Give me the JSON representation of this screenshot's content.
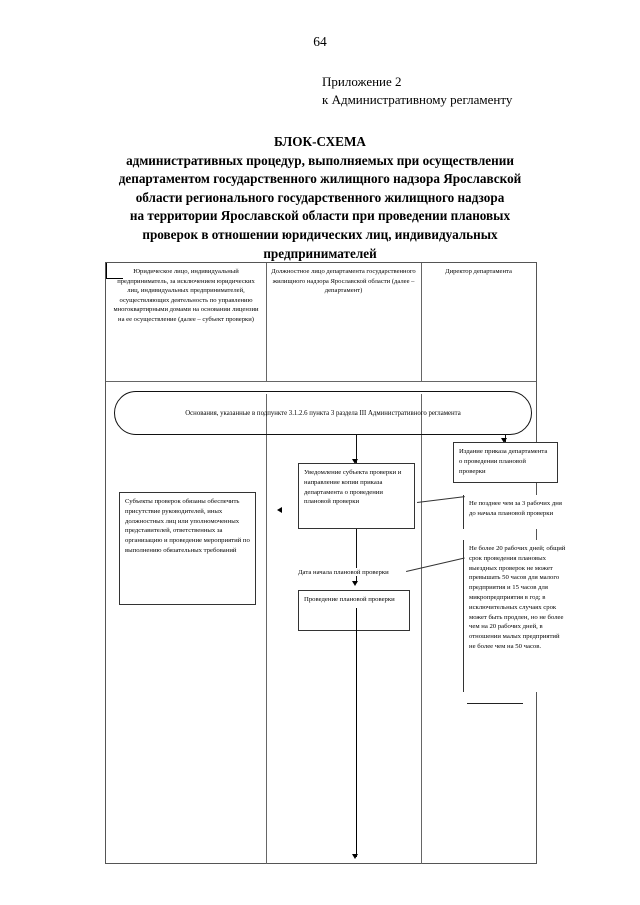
{
  "page": {
    "number": "64",
    "appendix_lines": [
      "Приложение 2",
      "к Административному регламенту"
    ],
    "title": [
      "БЛОК-СХЕМА",
      "административных процедур, выполняемых при осуществлении",
      "департаментом государственного жилищного надзора Ярославской",
      "области регионального государственного жилищного надзора",
      "на территории Ярославской области при проведении плановых",
      "проверок в отношении юридических лиц, индивидуальных",
      "предпринимателей"
    ]
  },
  "table": {
    "headers": [
      "Юридическое лицо, индивидуальный предприниматель, за исключением юридических лиц, индивидуальных предпринимателей, осуществляющих деятельность по управлению многоквартирными домами на основании лицензии на ее осуществление (далее – субъект проверки)",
      "Должностное лицо департамента государственного жилищного надзора Ярославской области (далее – департамент)",
      "Директор департамента"
    ],
    "grounds": "Основания, указанные в подпункте 3.1.2.6 пункта 3 раздела III Административного регламента",
    "nodes": {
      "subject_duty": "Субъекты проверок обязаны обеспечить присутствие руководителей, иных должностных лиц или уполномоченных представителей, ответственных за организацию и проведение мероприятий по выполнению обязательных требований",
      "notification": "Уведомление субъекта проверки и направление копии приказа департамента о проведении плановой проверки",
      "start_date_label": "Дата начала плановой проверки",
      "inspection": "Проведение плановой проверки",
      "order_issue": "Издание приказа департамента о проведении плановой проверки",
      "term_3days": "Не позднее чем за 3 рабочих дня до начала плановой проверки",
      "term_20days": "Не более 20 рабочих дней; общий срок проведения плановых выездных проверок не может превышать 50 часов для малого предприятия и 15 часов для микропредприятия в год; в исключительных случаях срок может быть продлен, но не более чем на 20 рабочих дней, в отношении малых предприятий не более чем на 50 часов."
    }
  }
}
